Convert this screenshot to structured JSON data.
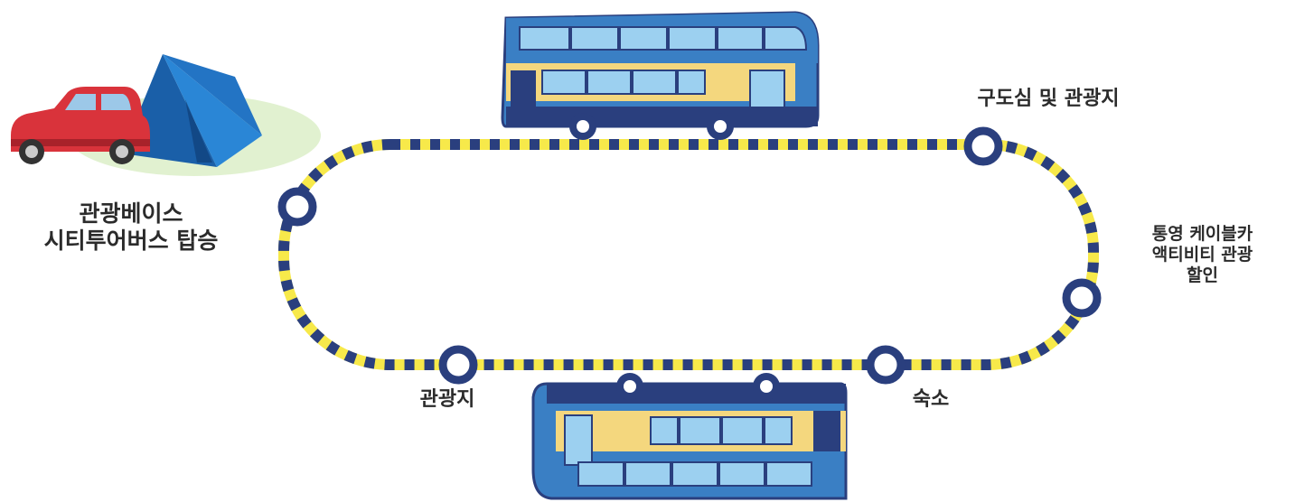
{
  "labels": {
    "start_line1": "관광베이스",
    "start_line2": "시티투어버스 탑승",
    "stop_old_town": "구도심 및 관광지",
    "stop_cablecar_line1": "통영 케이블카",
    "stop_cablecar_line2": "액티비티 관광",
    "stop_cablecar_line3": "할인",
    "stop_lodging": "숙소",
    "stop_attraction": "관광지"
  },
  "colors": {
    "route_yellow": "#f7e94a",
    "route_navy": "#2a3f7e",
    "bus_blue": "#3a7fc4",
    "bus_yellow": "#f4d77e",
    "car_red": "#d9333b",
    "tent_blue": "#1f6fc0"
  },
  "icons": [
    "car-icon",
    "tent-icon",
    "bus-top-icon",
    "bus-bottom-icon",
    "stop-marker-icon"
  ]
}
